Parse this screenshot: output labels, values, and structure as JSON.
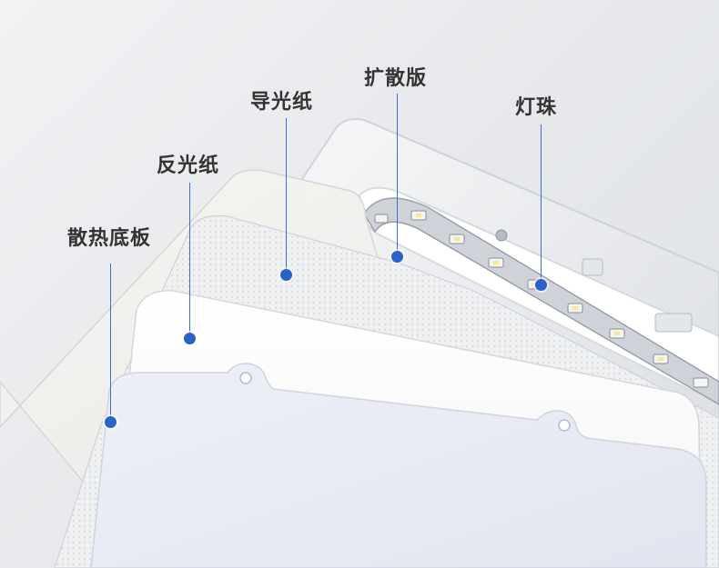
{
  "labels": {
    "heat_sink_base": "散热底板",
    "reflective_paper": "反光纸",
    "light_guide_paper": "导光纸",
    "diffuser_plate": "扩散版",
    "led_beads": "灯珠"
  },
  "colors": {
    "label_text": "#333333",
    "leader_line": "#3a72c9",
    "marker_dot": "#2a63c8",
    "background": "#e9eaec"
  },
  "icons": {
    "marker": "blue-dot-icon"
  }
}
